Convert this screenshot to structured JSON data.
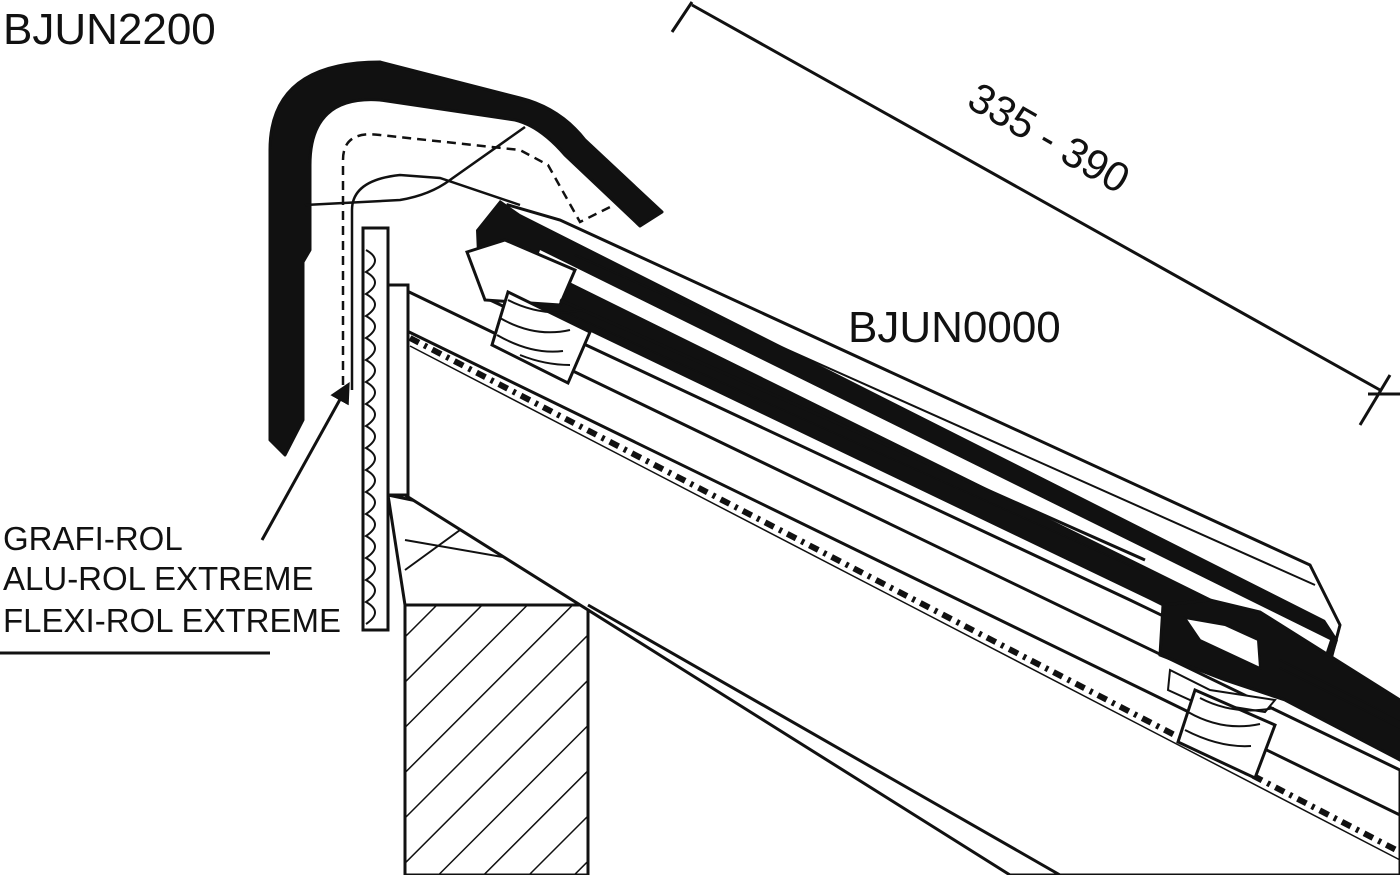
{
  "labels": {
    "top_left_code": "BJUN2200",
    "tile_code": "BJUN0000",
    "dimension": "335 - 390",
    "products": [
      "GRAFI-ROL",
      "ALU-ROL EXTREME",
      "FLEXI-ROL EXTREME"
    ]
  },
  "colors": {
    "ink": "#111111",
    "paper": "#ffffff"
  }
}
